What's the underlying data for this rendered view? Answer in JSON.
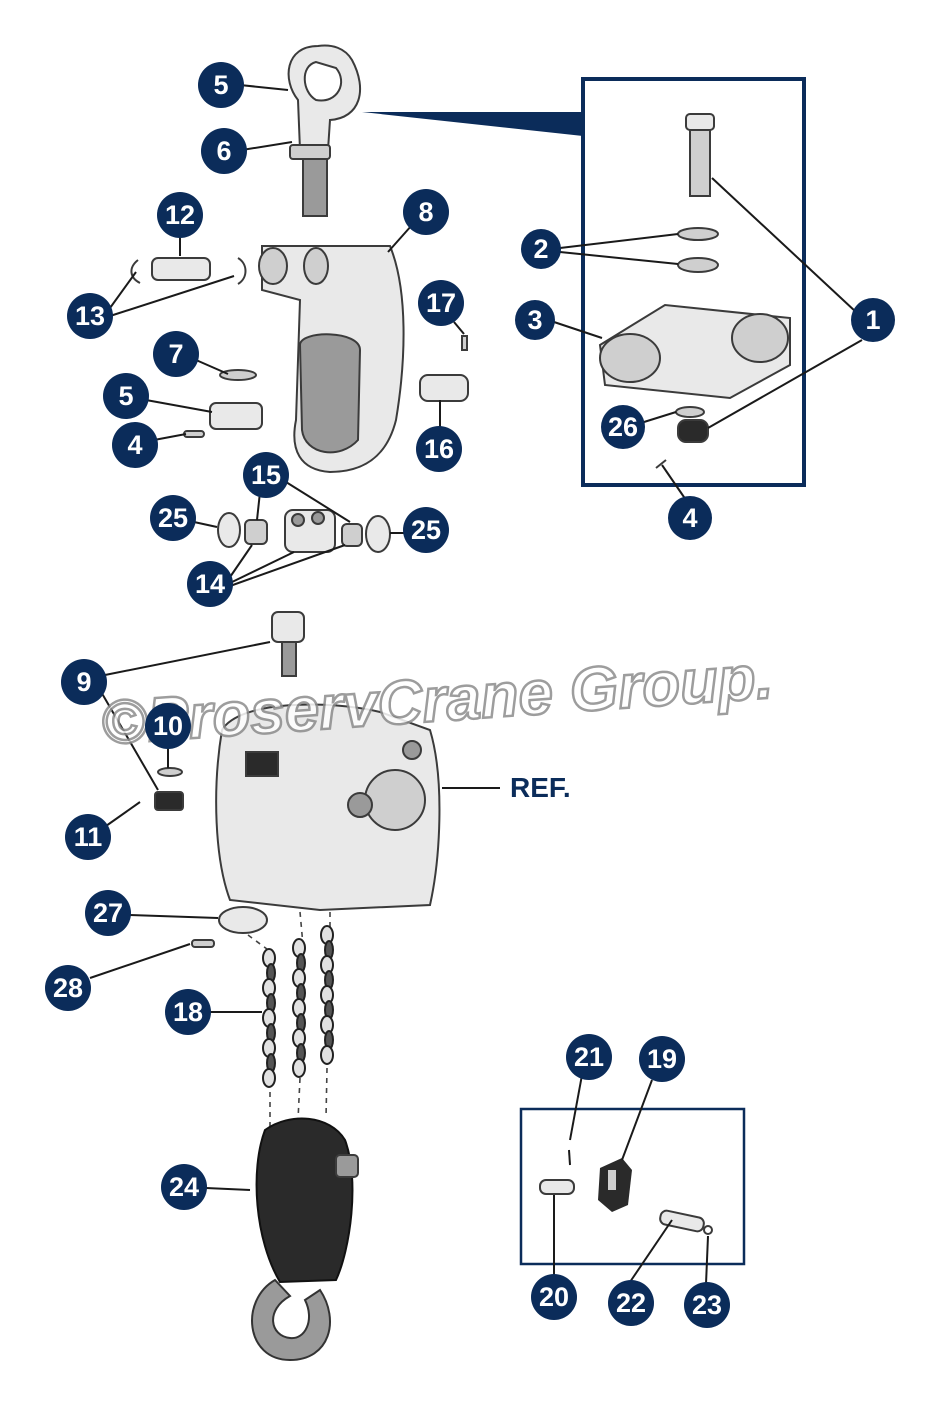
{
  "callouts": [
    {
      "id": "c5a",
      "label": "5"
    },
    {
      "id": "c6",
      "label": "6"
    },
    {
      "id": "c12",
      "label": "12"
    },
    {
      "id": "c8",
      "label": "8"
    },
    {
      "id": "c13",
      "label": "13"
    },
    {
      "id": "c17",
      "label": "17"
    },
    {
      "id": "c7",
      "label": "7"
    },
    {
      "id": "c5b",
      "label": "5"
    },
    {
      "id": "c4a",
      "label": "4"
    },
    {
      "id": "c16",
      "label": "16"
    },
    {
      "id": "c15",
      "label": "15"
    },
    {
      "id": "c25a",
      "label": "25"
    },
    {
      "id": "c25b",
      "label": "25"
    },
    {
      "id": "c14",
      "label": "14"
    },
    {
      "id": "c2",
      "label": "2"
    },
    {
      "id": "c3",
      "label": "3"
    },
    {
      "id": "c1",
      "label": "1"
    },
    {
      "id": "c26",
      "label": "26"
    },
    {
      "id": "c4b",
      "label": "4"
    },
    {
      "id": "c9",
      "label": "9"
    },
    {
      "id": "c10",
      "label": "10"
    },
    {
      "id": "c11",
      "label": "11"
    },
    {
      "id": "c27",
      "label": "27"
    },
    {
      "id": "c28",
      "label": "28"
    },
    {
      "id": "c18",
      "label": "18"
    },
    {
      "id": "c24",
      "label": "24"
    },
    {
      "id": "c21",
      "label": "21"
    },
    {
      "id": "c19",
      "label": "19"
    },
    {
      "id": "c20",
      "label": "20"
    },
    {
      "id": "c22",
      "label": "22"
    },
    {
      "id": "c23",
      "label": "23"
    }
  ],
  "ref_label": "REF.",
  "watermark": "©ProservCrane Group.",
  "colors": {
    "callout_fill": "#0b2c5a",
    "callout_text": "#ffffff",
    "inset_border": "#0b2c5a"
  }
}
